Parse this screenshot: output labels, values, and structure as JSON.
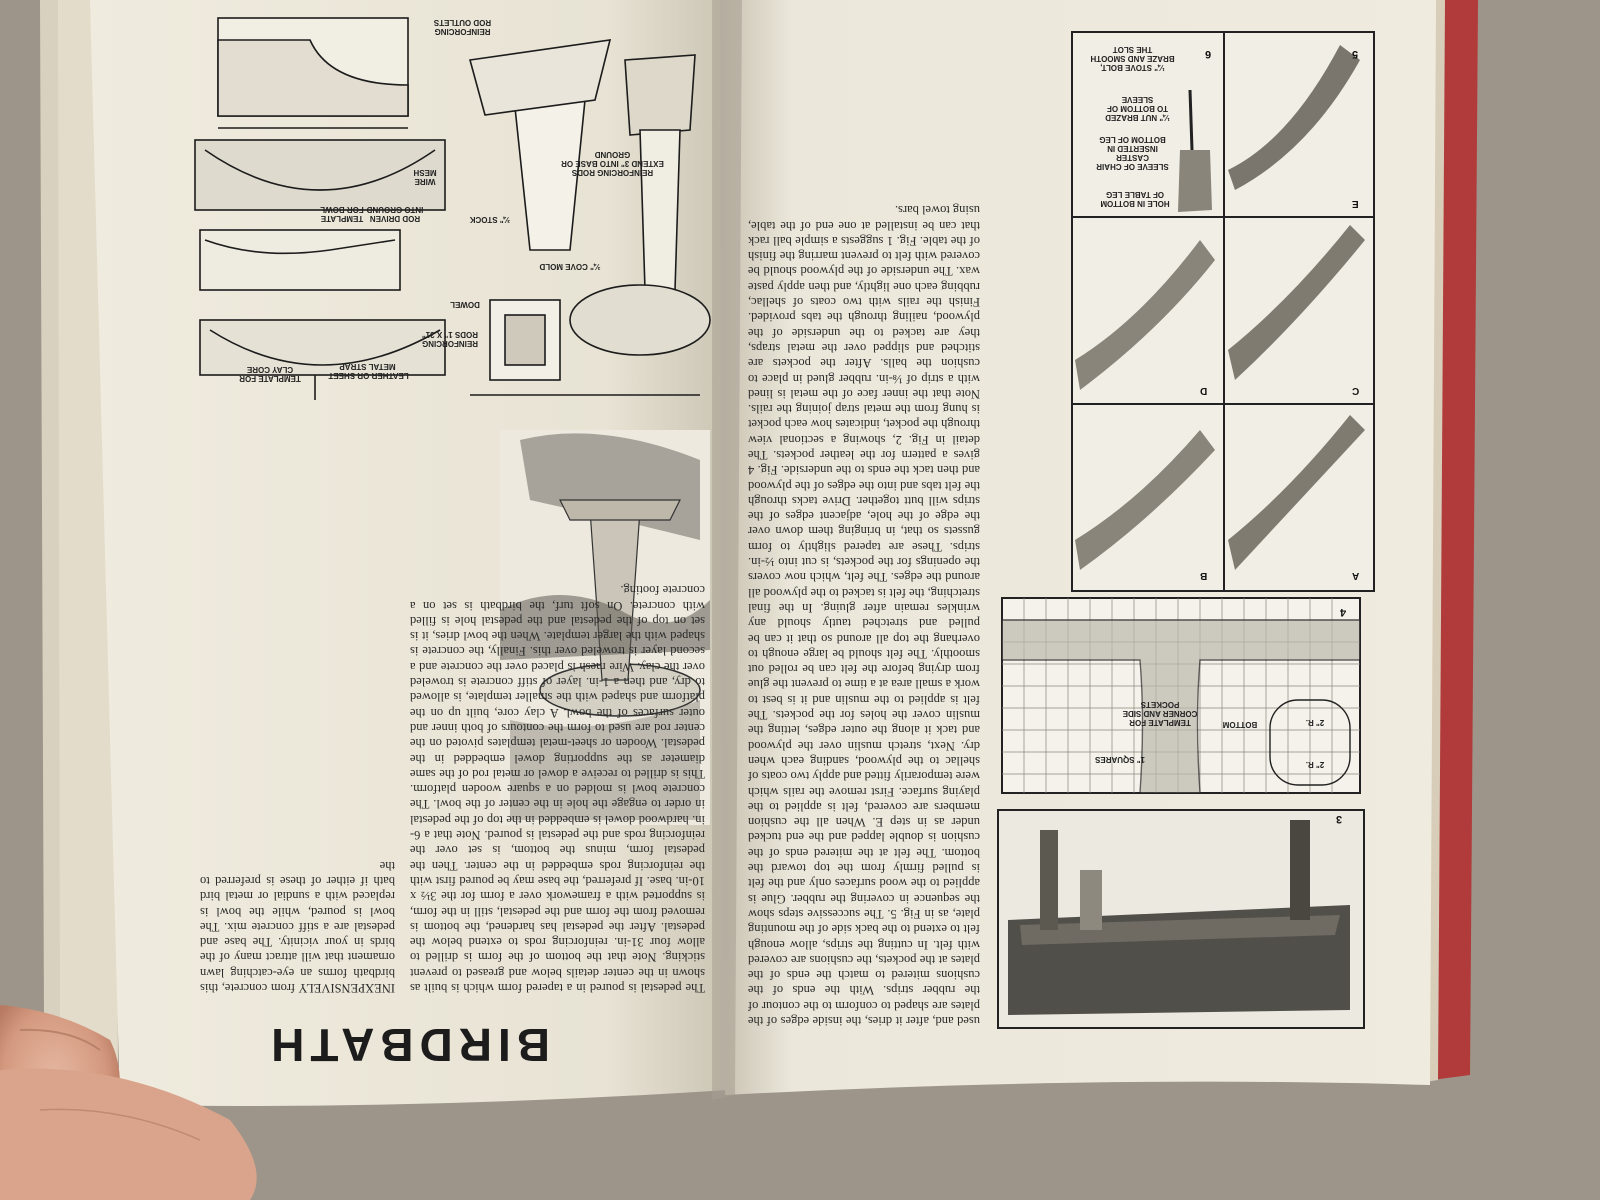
{
  "left_page": {
    "title": "BIRDBATH",
    "col_right": "The pedestal is poured in a tapered form which is built as shown in the center details below and greased to prevent sticking. Note that the bottom of the form is drilled to allow four 31-in. reinforcing rods to extend below the pedestal. After the pedestal has hardened, the bottom is removed from the form and the pedestal, still in the form, is supported with a framework over a form for the 3½ x 10-in. base. If preferred, the base may be poured first with the reinforcing rods embedded in the center. Then the pedestal form, minus the bottom, is set over the reinforcing rods and the pedestal is poured. Note that a 6-in. hardwood dowel is embedded in the top of the pedestal in order to engage the hole in the center of the bowl. The concrete bowl is molded on a square wooden platform. This is drilled to receive a dowel or metal rod of the same diameter as the supporting dowel embedded in the pedestal. Wooden or sheet-metal templates pivoted on the center rod are used to form the contours of both inner and outer surfaces of the bowl. A clay core, built up on the platform and shaped with the smaller template, is allowed to dry, and then a 1-in. layer of stiff concrete is troweled over the clay. Wire mesh is placed over the concrete and a second layer is troweled over this. Finally, the concrete is shaped with the larger template. When the bowl dries, it is set on top of the pedestal and the pedestal hole is filled with concrete. On soft turf, the birdbath is set on a concrete footing.",
    "col_left": "INEXPENSIVELY from concrete, this birdbath forms an eye-catching lawn ornament that will attract many of the birds in your vicinity. The base and pedestal are a stiff concrete mix. The bowl is poured, while the bowl is replaced with a sundial or metal bird bath if either of these is preferred to the",
    "diagram_labels": [
      "TEMPLATE FOR CLAY CORE",
      "LEATHER OR SHEET-METAL STRAP",
      "REINFORCING RODS 1\" X 31\"",
      "DOWEL",
      "TEMPLATE FOR BOWL",
      "ROD DRIVEN INTO GROUND",
      "WIRE MESH",
      "REINFORCING RODS EXTEND 3\" INTO BASE OR GROUND",
      "REINFORCING ROD OUTLETS",
      "¾\" STOCK",
      "¾\" COVE MOLD"
    ]
  },
  "right_page": {
    "col_text": "used and, after it dries, the inside edges of the plates are shaped to conform to the contour of the rubber strips. With the ends of the cushions mitered to match the ends of the plates at the pockets, the cushions are covered with felt. In cutting the strips, allow enough felt to extend to the back side of the mounting plate, as in Fig. 5. The successive steps show the sequence in covering the rubber. Glue is applied to the wood surfaces only and the felt is pulled firmly from the top toward the bottom. The felt at the mitered ends of the cushion is double lapped and the end tucked under as in step E. When all the cushion members are covered, felt is applied to the playing surface. First remove the rails which were temporarily fitted and apply two coats of shellac to the plywood, sanding each when dry. Next, stretch muslin over the plywood and tack it along the outer edges, letting the muslin cover the holes for the pockets. The felt is applied to the muslin and it is best to work a small area at a time to prevent the glue from drying before the felt can be rolled out smoothly. The felt should be large enough to overhang the top all around so that it can be pulled and stretched tautly should any wrinkles remain after gluing. In the final stretching, the felt is tacked to the plywood all around the edges. The felt, which now covers the openings for the pockets, is cut into ½-in. strips. These are tapered slightly to form gussets so that, in bringing them down over the edge of the hole, adjacent edges of the strips will butt together. Drive tacks through the felt tabs and into the edges of the plywood and then tack the ends to the underside. Fig. 4 gives a pattern for the leather pockets. The detail in Fig. 2, showing a sectional view through the pocket, indicates how each pocket is hung from the metal strap joining the rails. Note that the inner face of the metal is lined with a strip of ⅛-in. rubber glued in place to cushion the balls. After the pockets are stitched and slipped over the metal straps, they are tacked to the underside of the plywood, nailing through the tabs provided. Finish the rails with two coats of shellac, rubbing each one lightly, and then apply paste wax. The underside of the plywood should be covered with felt to prevent marring the finish of the table. Fig. 1 suggests a simple ball rack that can be installed at one end of the table, using towel bars.",
    "fig3_num": "3",
    "fig4_num": "4",
    "fig5_num": "5",
    "fig6_num": "6",
    "fig4_labels": [
      "1\" SQUARES",
      "TEMPLATE FOR CORNER AND SIDE POCKETS",
      "BOTTOM",
      "2\" R.",
      "2\" R."
    ],
    "fig6_labels": [
      "HOLE IN BOTTOM OF TABLE LEG",
      "SLEEVE OF CHAIR CASTER INSERTED IN BOTTOM OF LEG",
      "¼\" NUT BRAZED TO BOTTOM OF SLEEVE",
      "¼\" STOVE BOLT, BRAZE AND SMOOTH THE SLOT"
    ],
    "step_labels": [
      "A",
      "B",
      "C",
      "D",
      "E"
    ]
  }
}
